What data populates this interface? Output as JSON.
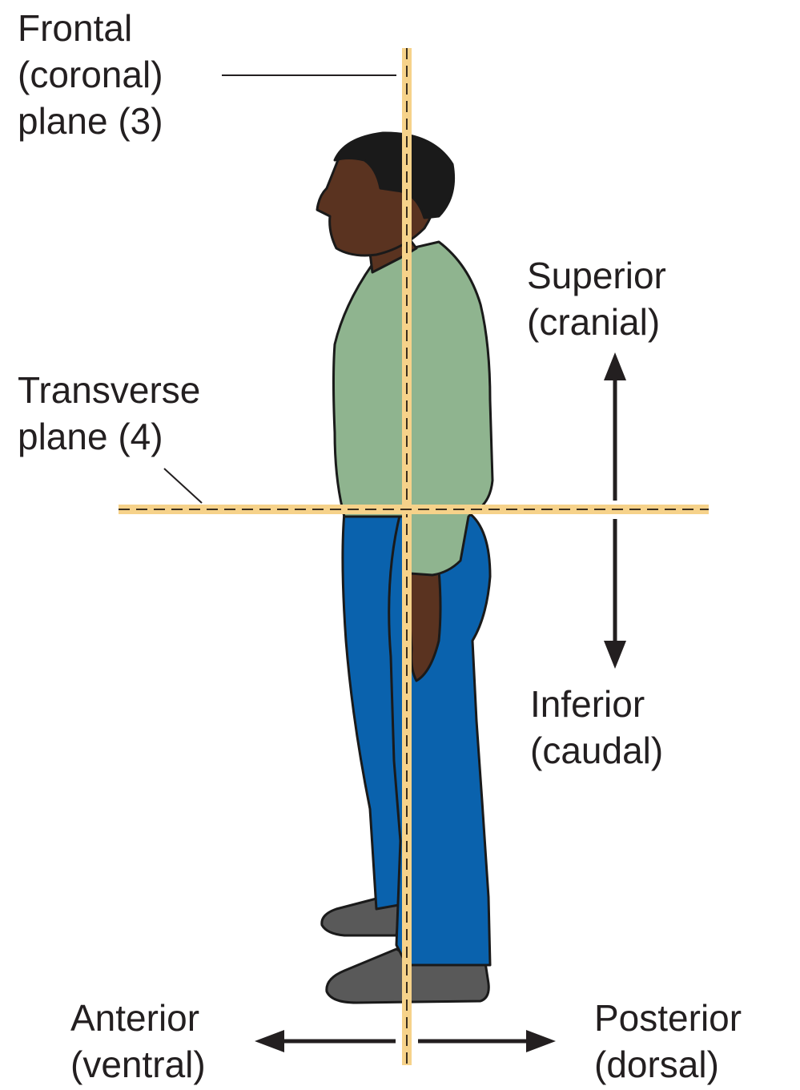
{
  "labels": {
    "frontal": {
      "line1": "Frontal",
      "line2": "(coronal)",
      "line3": "plane (3)"
    },
    "transverse": {
      "line1": "Transverse",
      "line2": "plane (4)"
    },
    "superior": {
      "line1": "Superior",
      "line2": "(cranial)"
    },
    "inferior": {
      "line1": "Inferior",
      "line2": "(caudal)"
    },
    "anterior": {
      "line1": "Anterior",
      "line2": "(ventral)"
    },
    "posterior": {
      "line1": "Posterior",
      "line2": "(dorsal)"
    }
  },
  "colors": {
    "plane": "#f6d28a",
    "plane_dash": "#3a2e1e",
    "shirt": "#8fb48f",
    "pants": "#0a62ad",
    "skin": "#5a3320",
    "hair": "#1a1a1a",
    "shoe": "#595959",
    "arrow": "#231f20",
    "text": "#231f20"
  }
}
